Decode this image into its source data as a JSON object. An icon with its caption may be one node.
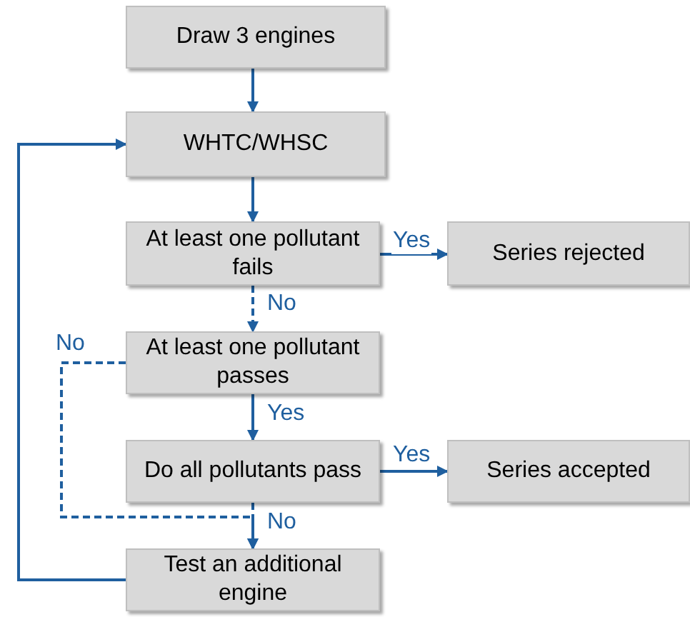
{
  "diagram": {
    "nodes": [
      {
        "text": [
          "Draw 3 engines"
        ]
      },
      {
        "text": [
          "WHTC/WHSC"
        ]
      },
      {
        "text": [
          "At least one pollutant fails"
        ]
      },
      {
        "text": [
          "Series rejected"
        ]
      },
      {
        "text": [
          "At least one pollutant passes"
        ]
      },
      {
        "text": [
          "Do all pollutants pass"
        ]
      },
      {
        "text": [
          "Series accepted"
        ]
      },
      {
        "text": [
          "Test an additional engine"
        ]
      }
    ],
    "edges": [
      {
        "from": 0,
        "to": 1,
        "arrow": "to"
      },
      {
        "from": 1,
        "to": 2,
        "arrow": "to"
      },
      {
        "from": 2,
        "to": 3,
        "arrow": "to",
        "label": "Yes"
      },
      {
        "from": 2,
        "to": 4,
        "arrow": "to",
        "label": "No",
        "style": "dashed"
      },
      {
        "from": 4,
        "to": 5,
        "arrow": "to",
        "label": "Yes"
      },
      {
        "from": 5,
        "to": 6,
        "arrow": "to",
        "label": "Yes"
      },
      {
        "from": 4,
        "to": 7,
        "arrow": "to",
        "label": "No",
        "style": "dashed"
      },
      {
        "from": 5,
        "to": 7,
        "arrow": "to",
        "label": "No",
        "style": "dashed"
      },
      {
        "from": 7,
        "to": 1,
        "arrow": "to"
      }
    ]
  }
}
